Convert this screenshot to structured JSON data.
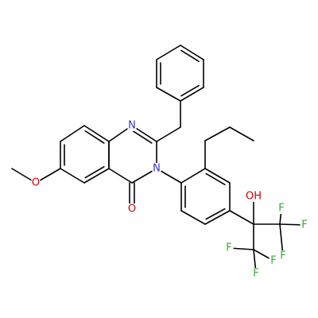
{
  "structure": {
    "atom_labels": {
      "n1": "N",
      "n3": "N",
      "o_methoxy": "O",
      "o_carbonyl": "O",
      "oh": "OH",
      "f1": "F",
      "f2": "F",
      "f3": "F",
      "f4": "F",
      "f5": "F",
      "f6": "F"
    },
    "colors": {
      "bond": "#000000",
      "nitrogen": "#3333cc",
      "oxygen": "#cc0000",
      "fluorine": "#33aa33"
    }
  }
}
